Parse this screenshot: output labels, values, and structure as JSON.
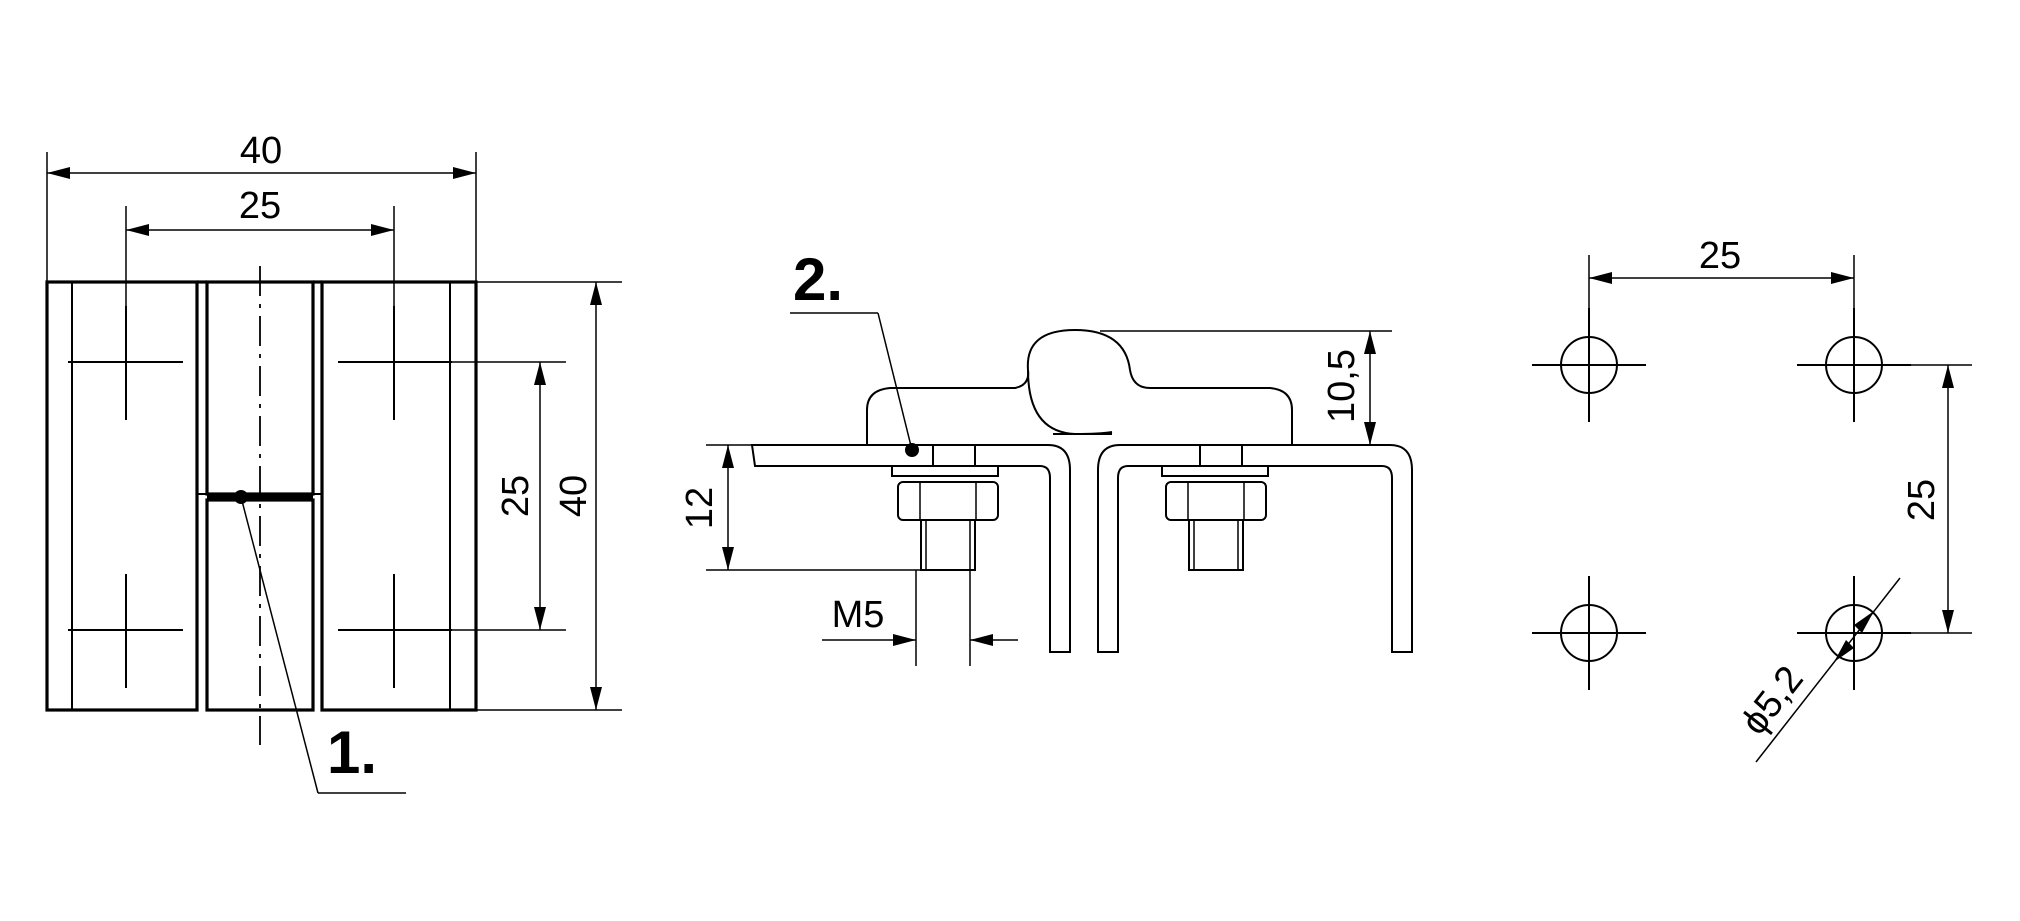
{
  "views": {
    "front": {
      "dim_width_outer": "40",
      "dim_width_inner": "25",
      "dim_height_inner": "25",
      "dim_height_outer": "40",
      "callout": "1."
    },
    "section": {
      "callout": "2.",
      "dim_height": "10,5",
      "dim_plate": "12",
      "dim_thread": "M5"
    },
    "holes": {
      "dim_horizontal": "25",
      "dim_vertical": "25",
      "dim_diameter": "ϕ5,2"
    }
  },
  "colors": {
    "line": "#000000",
    "background": "#ffffff"
  }
}
